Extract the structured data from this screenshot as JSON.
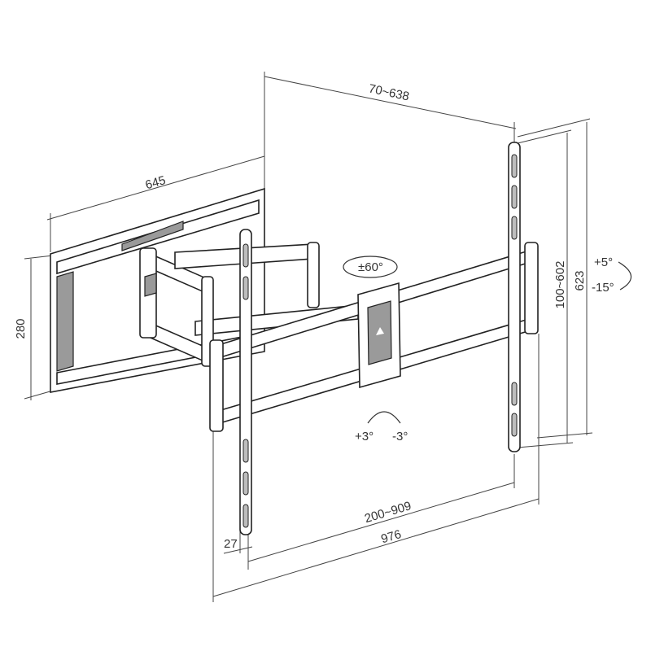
{
  "title": "TV wall mount dimension drawing",
  "dimensions": {
    "arm_extension": "70~638",
    "wall_plate_width": "645",
    "wall_plate_height": "280",
    "vesa_vertical": "100~602",
    "tv_rail_height": "623",
    "vesa_horizontal": "200~909",
    "overall_width": "976",
    "rail_width": "27"
  },
  "adjustments": {
    "swivel": "±60°",
    "tilt_up": "+5°",
    "tilt_down": "-15°",
    "level_plus": "+3°",
    "level_minus": "-3°"
  }
}
